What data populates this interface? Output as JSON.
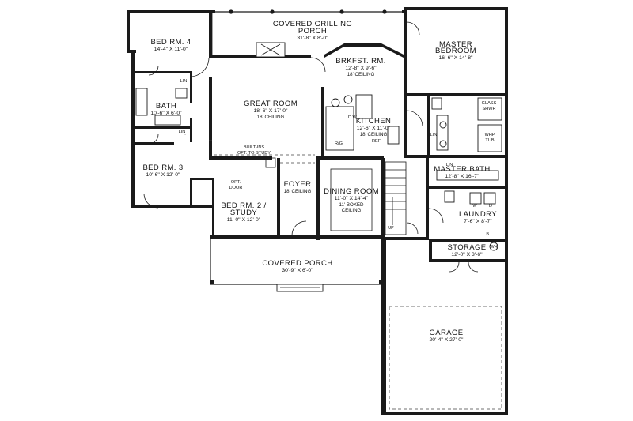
{
  "rooms": {
    "covered_grilling_porch": {
      "name1": "COVERED GRILLING",
      "name2": "PORCH",
      "dims": "31'-8\" X 8'-0\""
    },
    "bed_rm_4": {
      "name": "BED RM. 4",
      "dims": "14'-4\" X 11'-0\""
    },
    "master_bedroom": {
      "name1": "MASTER",
      "name2": "BEDROOM",
      "dims": "16'-6\" X 14'-8\""
    },
    "brkfst_rm": {
      "name": "BRKFST. RM.",
      "dims": "12'-8\" X 9'-6\"",
      "ceiling": "18' CEILING"
    },
    "great_room": {
      "name": "GREAT ROOM",
      "dims": "18'-6\" X 17'-0\"",
      "ceiling": "18' CEILING"
    },
    "bath": {
      "name": "BATH",
      "dims": "10'-6\" X 6'-0\""
    },
    "kitchen": {
      "name": "KITCHEN",
      "dims": "12'-6\" X 11'-0\"",
      "ceiling": "18' CEILING"
    },
    "bed_rm_3": {
      "name": "BED RM. 3",
      "dims": "10'-6\" X 12'-0\""
    },
    "master_bath": {
      "name": "MASTER BATH",
      "dims": "12'-8\" X 16'-7\""
    },
    "foyer": {
      "name": "FOYER",
      "ceiling": "18' CEILING"
    },
    "dining_room": {
      "name": "DINING ROOM",
      "dims": "11'-0\" X 14'-4\"",
      "ceiling1": "11' BOXED",
      "ceiling2": "CEILING"
    },
    "bed_rm_2": {
      "name1": "BED RM. 2 /",
      "name2": "STUDY",
      "dims": "11'-0\" X 12'-0\""
    },
    "laundry": {
      "name": "LAUNDRY",
      "dims": "7'-6\" X 8'-7\""
    },
    "storage": {
      "name": "STORAGE",
      "dims": "12'-0\" X 3'-6\""
    },
    "covered_porch": {
      "name": "COVERED PORCH",
      "dims": "30'-9\" X 6'-0\""
    },
    "garage": {
      "name": "GARAGE",
      "dims": "20'-4\" X 27'-0\""
    }
  },
  "notes": {
    "built_ins": "BUILT-INS",
    "opt_to_study": "OPT. TO STUDY",
    "opt": "OPT.",
    "door": "DOOR",
    "lin": "LIN",
    "lin_dot": ".",
    "glass": "GLASS",
    "shwr": "SHWR",
    "whp": "WHP",
    "tub": "TUB",
    "dw": "D.W.",
    "ref": "REF.",
    "rg": "R/G",
    "w": "W",
    "d": "D",
    "b": "B.",
    "wh": "WH",
    "up": "UP"
  }
}
